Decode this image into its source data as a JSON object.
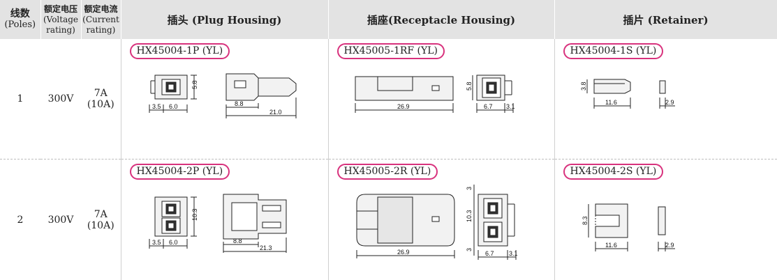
{
  "header": {
    "poles_zh": "线数",
    "poles_en": "(Poles)",
    "voltage_zh": "额定电压",
    "voltage_en1": "(Voltage",
    "voltage_en2": "rating)",
    "current_zh": "额定电流",
    "current_en1": "(Current",
    "current_en2": "rating)",
    "plug": "插头 (Plug Housing)",
    "receptacle": "插座(Receptacle Housing)",
    "retainer": "插片 (Retainer)"
  },
  "rows": [
    {
      "poles": "1",
      "voltage": "300V",
      "current": "7A",
      "current_alt": "(10A)",
      "plug_pn": "HX45004-1P (YL)",
      "receptacle_pn": "HX45005-1RF (YL)",
      "retainer_pn": "HX45004-1S (YL)",
      "plug_dims": [
        "5.8",
        "3.5",
        "6.0",
        "8.8",
        "21.0"
      ],
      "receptacle_dims": [
        "26.9",
        "5.8",
        "6.7",
        "3.1"
      ],
      "retainer_dims": [
        "3.8",
        "11.6",
        "2.9"
      ]
    },
    {
      "poles": "2",
      "voltage": "300V",
      "current": "7A",
      "current_alt": "(10A)",
      "plug_pn": "HX45004-2P (YL)",
      "receptacle_pn": "HX45005-2R (YL)",
      "retainer_pn": "HX45004-2S (YL)",
      "plug_dims": [
        "10.3",
        "3.5",
        "6.0",
        "8.8",
        "21.3"
      ],
      "receptacle_dims": [
        "26.9",
        "10.3",
        "3",
        "3",
        "6.7",
        "3.1"
      ],
      "retainer_dims": [
        "8.3",
        "11.6",
        "2.9"
      ]
    }
  ]
}
